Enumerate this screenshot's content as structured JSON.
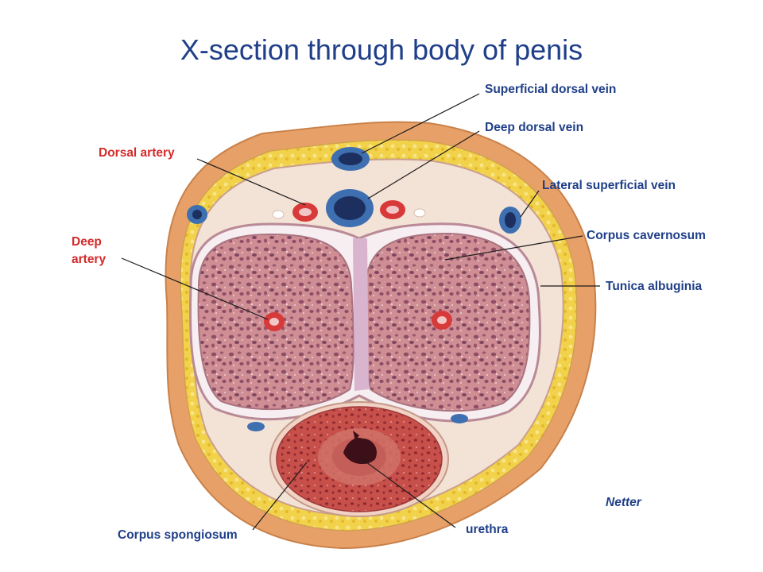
{
  "title": "X-section through body of penis",
  "labels": {
    "superficial_dorsal_vein": "Superficial dorsal vein",
    "deep_dorsal_vein": "Deep dorsal vein",
    "dorsal_artery": "Dorsal artery",
    "lateral_superficial_vein": "Lateral superficial vein",
    "corpus_cavernosum": "Corpus cavernosum",
    "deep_artery_line1": "Deep",
    "deep_artery_line2": "artery",
    "tunica_albuginia": "Tunica albuginia",
    "corpus_spongiosum": "Corpus spongiosum",
    "urethra": "urethra"
  },
  "credit": "Netter",
  "colors": {
    "title": "#1f3f88",
    "label": "#1f3f88",
    "artery_label": "#d42a2a",
    "skin": "#e7a168",
    "fat": "#f2d24a",
    "cavernosum": "#cf8e94",
    "spongiosum": "#c8504a",
    "vein": "#3e6fb0",
    "artery": "#d83a3a"
  }
}
